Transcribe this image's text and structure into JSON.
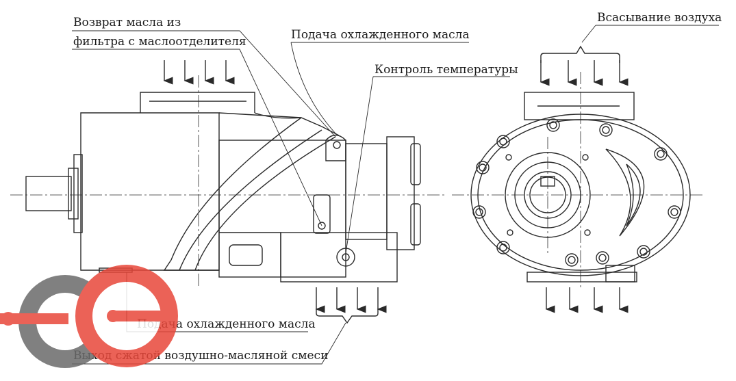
{
  "labels": {
    "oil_return_line1": "Возврат масла из",
    "oil_return_line2": "фильтра с маслоотделителя",
    "cooled_oil_supply_top": "Подача охлажденного масла",
    "temperature_control": "Контроль температуры",
    "air_intake": "Всасывание воздуха",
    "cooled_oil_supply_bottom": "Подача охлажденного масла",
    "air_oil_mixture_outlet": "Выход сжатой воздушно-масляной смеси"
  },
  "colors": {
    "line": "#2a2a2a",
    "logo_red": "#e8473a",
    "logo_grey": "#6b6b6b"
  },
  "icons": {
    "logo": "double-circle-logo"
  }
}
